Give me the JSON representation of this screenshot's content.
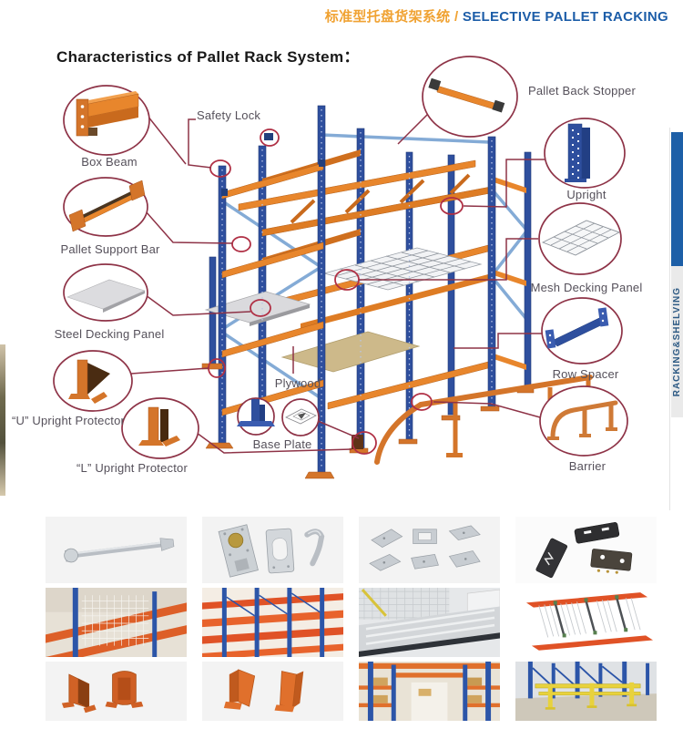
{
  "header": {
    "title_cn": "标准型托盘货架系统",
    "separator": " / ",
    "title_en": "SELECTIVE PALLET RACKING"
  },
  "page": {
    "title": "Characteristics of Pallet Rack System："
  },
  "side_tab": {
    "text": "RACKING&SHELVING"
  },
  "callouts": {
    "box_beam": "Box Beam",
    "pallet_support_bar": "Pallet Support Bar",
    "steel_decking_panel": "Steel Decking Panel",
    "u_upright_protector": "“U”  Upright Protector",
    "l_upright_protector": "“L”  Upright Protector",
    "safety_lock": "Safety Lock",
    "pallet_back_stopper": "Pallet Back Stopper",
    "upright": "Upright",
    "mesh_decking_panel": "Mesh Decking Panel",
    "row_spacer": "Row Spacer",
    "barrier": "Barrier",
    "plywood": "Plywood",
    "base_plate": "Base Plate"
  },
  "colors": {
    "callout_maroon": "#8e3347",
    "marker_red": "#b03045",
    "rack_blue": "#2e4f9e",
    "beam_orange": "#e8862c",
    "header_orange": "#f0a232",
    "header_blue": "#1c5da8",
    "tab_blue": "#1d5fa7"
  },
  "gallery": {
    "items": [
      {
        "name": "anchor-bolt-photo"
      },
      {
        "name": "safety-lock-parts-photo"
      },
      {
        "name": "steel-brackets-photo"
      },
      {
        "name": "black-connector-parts-photo"
      },
      {
        "name": "orange-rack-mesh-warehouse-photo"
      },
      {
        "name": "red-rack-structure-photo"
      },
      {
        "name": "steel-platform-decking-photo"
      },
      {
        "name": "wire-mesh-deck-panel-photo"
      },
      {
        "name": "u-upright-protectors-photo"
      },
      {
        "name": "l-upright-protectors-photo"
      },
      {
        "name": "warehouse-aisle-racking-photo"
      },
      {
        "name": "yellow-guard-barrier-photo"
      }
    ]
  }
}
